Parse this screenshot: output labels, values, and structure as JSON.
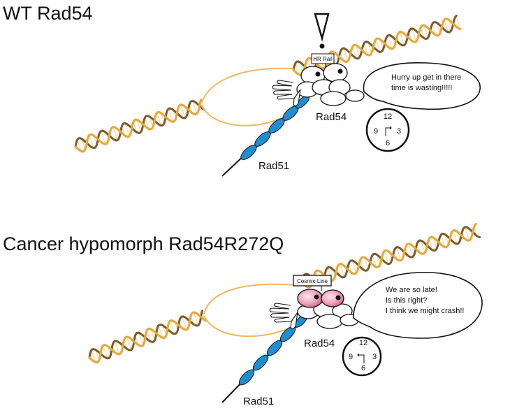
{
  "panels": [
    {
      "title": "WT Rad54",
      "sign": "HR Rail",
      "protein_label": "Rad54",
      "filament_label": "Rad51",
      "speech": [
        "Hurry up get in there",
        "time is wasting!!!!!"
      ],
      "clock": {
        "n12": "12",
        "n3": "3",
        "n6": "6",
        "n9": "9"
      }
    },
    {
      "title": "Cancer hypomorph Rad54R272Q",
      "sign": "Cosmic Line",
      "protein_label": "Rad54",
      "filament_label": "Rad51",
      "speech": [
        "We are so late!",
        "Is this right?",
        "I think we might crash!!"
      ],
      "clock": {
        "n12": "12",
        "n3": "3",
        "n6": "6",
        "n9": "9"
      }
    }
  ],
  "colors": {
    "dna_strand_a": "#e7a93b",
    "dna_strand_b": "#7a5a2e",
    "dna_loop": "#f0b85a",
    "rad51_filament": "#1e8fd3",
    "rad54_body": "#ffffff",
    "mutant_eyes": "#f0a8c0",
    "outline": "#111111"
  }
}
